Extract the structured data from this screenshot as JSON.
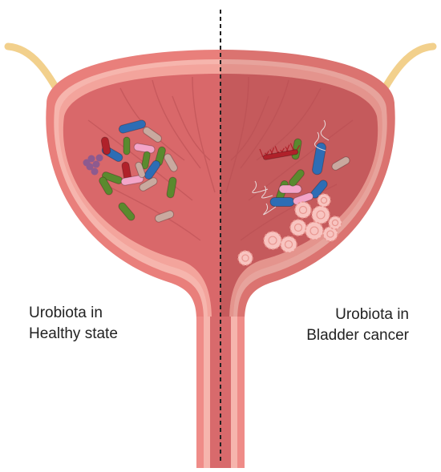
{
  "labels": {
    "healthy": {
      "line1": "Urobiota in",
      "line2": "Healthy state"
    },
    "cancer": {
      "line1": "Urobiota in",
      "line2": "Bladder cancer"
    }
  },
  "colors": {
    "outer_wall": "#e97f7b",
    "wall_layer": "#f6b5ad",
    "inner_wall": "#f3a49c",
    "lumen": "#d9686a",
    "lumen_dark": "#c85c5e",
    "cancer_side_tint": "#c0585b",
    "ureter": "#f2d08c",
    "urethra_outer": "#ef8c88",
    "urethra_inner": "#d86a6c",
    "bacteria_green": "#5a8a2e",
    "bacteria_red": "#b0212a",
    "bacteria_blue": "#2d6db5",
    "bacteria_pink": "#f3a5c8",
    "bacteria_grey": "#c9a99f",
    "tumor": "#f8c4c0",
    "divider": "#222222"
  },
  "icons": [
    "bladder-icon",
    "bacteria-icon",
    "tumor-cell-icon",
    "ureter-icon",
    "urethra-icon"
  ]
}
